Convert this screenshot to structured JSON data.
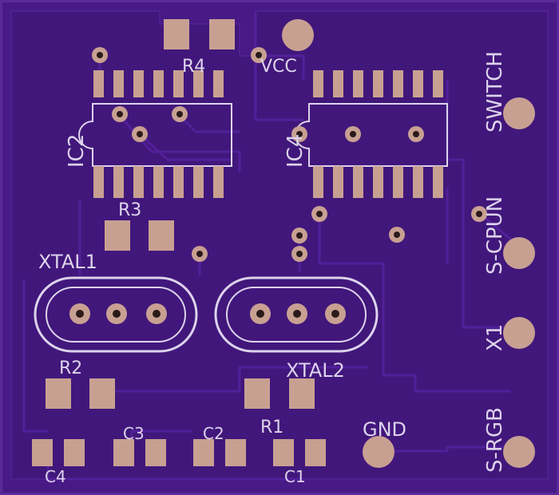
{
  "colors": {
    "background": "#000000",
    "board": "#481a86",
    "copper_fill": "#3c1573",
    "trace": "#521e94",
    "pad": "#c8a092",
    "silkscreen": "#ddd3ec",
    "drill": "#1a1a1a"
  },
  "labels": {
    "r4": "R4",
    "vcc": "VCC",
    "ic2": "IC2",
    "ic4": "IC4",
    "r3": "R3",
    "xtal1": "XTAL1",
    "xtal2": "XTAL2",
    "r2": "R2",
    "r1": "R1",
    "c1": "C1",
    "c2": "C2",
    "c3": "C3",
    "c4": "C4",
    "gnd": "GND",
    "switch": "SWITCH",
    "s_cpun": "S-CPUN",
    "x1": "X1",
    "s_rgb": "S-RGB"
  }
}
